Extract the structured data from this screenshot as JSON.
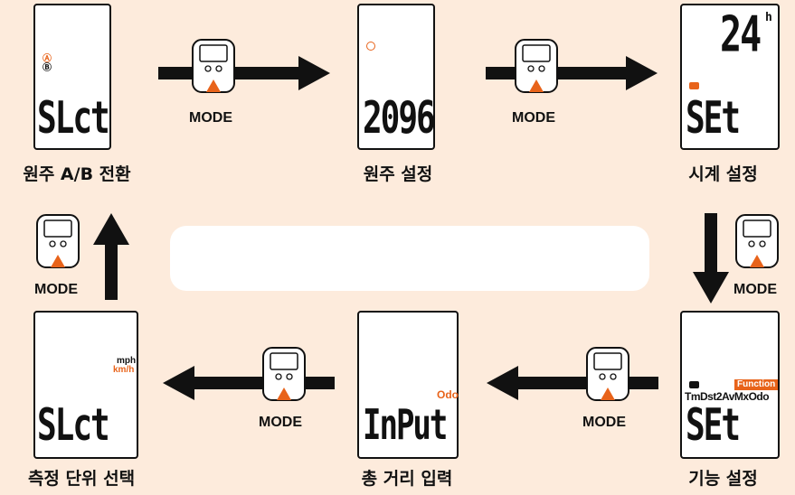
{
  "steps": {
    "circ_ab": {
      "caption": "원주 A/B 전환",
      "display": "SLct",
      "ind_a": "Ⓐ",
      "ind_b": "Ⓑ"
    },
    "circ_set": {
      "caption": "원주 설정",
      "display": "2096"
    },
    "clock_set": {
      "caption": "시계 설정",
      "display": "SEt",
      "top": "24",
      "top_suffix": "h"
    },
    "function_set": {
      "caption": "기능 설정",
      "display": "SEt",
      "badge": "Function",
      "items": "TmDst2AvMxOdo"
    },
    "odo_input": {
      "caption": "총 거리 입력",
      "display": "InPut",
      "label": "Odo"
    },
    "unit_select": {
      "caption": "측정 단위 선택",
      "display": "SLct",
      "unit_mph": "mph",
      "unit_kmh": "km/h"
    }
  },
  "mode_button_label": "MODE",
  "colors": {
    "accent": "#e8631a",
    "background": "#fdebdc",
    "ink": "#111111"
  },
  "icons": [
    "arrow-right-icon",
    "arrow-down-icon",
    "arrow-left-icon",
    "arrow-up-icon",
    "computer-unit-icon",
    "wheel-icon",
    "clock-icon"
  ]
}
